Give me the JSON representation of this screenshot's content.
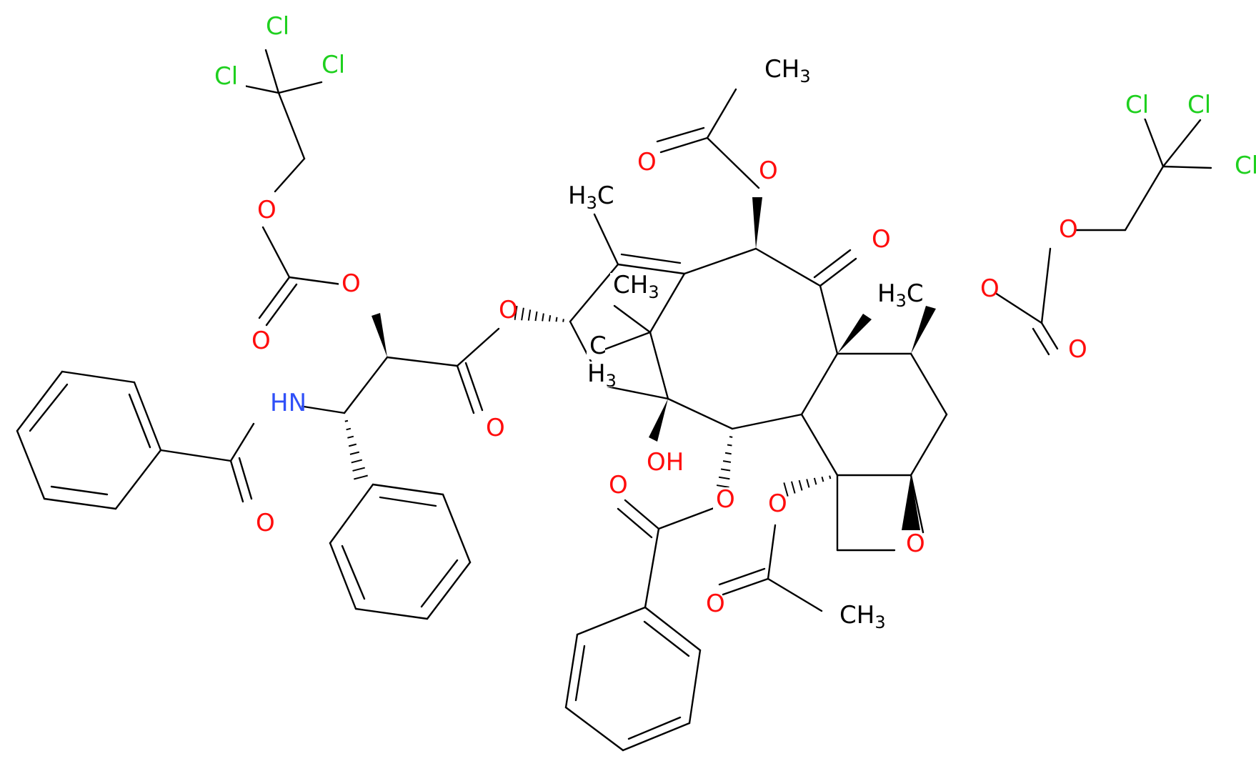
{
  "colors": {
    "bond": "#000000",
    "O": "#ff0d0d",
    "N": "#3050f8",
    "Cl": "#1fd01f",
    "C": "#000000"
  },
  "atoms": [
    {
      "id": "cl1",
      "el": "Cl",
      "label": "Cl"
    },
    {
      "id": "cl2",
      "el": "Cl",
      "label": "Cl"
    },
    {
      "id": "cl3",
      "el": "Cl",
      "label": "Cl"
    },
    {
      "id": "o_lc1",
      "el": "O",
      "label": "O"
    },
    {
      "id": "o_lc2",
      "el": "O",
      "label": "O"
    },
    {
      "id": "o_lc3",
      "el": "O",
      "label": "O"
    },
    {
      "id": "nh",
      "el": "N",
      "label": "HN"
    },
    {
      "id": "o_amide",
      "el": "O",
      "label": "O"
    },
    {
      "id": "o_ester1",
      "el": "O",
      "label": "O"
    },
    {
      "id": "o_ester2",
      "el": "O",
      "label": "O"
    },
    {
      "id": "o_ac1a",
      "el": "O",
      "label": "O"
    },
    {
      "id": "o_ac1b",
      "el": "O",
      "label": "O"
    },
    {
      "id": "ch3_ac1",
      "el": "C",
      "label": "CH",
      "sub": "3"
    },
    {
      "id": "h3c_top",
      "el": "C",
      "label": "H",
      "sub": "3",
      "tail": "C"
    },
    {
      "id": "ch3_mid",
      "el": "C",
      "label": "CH",
      "sub": "3"
    },
    {
      "id": "c_mid",
      "el": "C",
      "label": "C"
    },
    {
      "id": "h3_mid",
      "el": "C",
      "label": "H",
      "sub": "3"
    },
    {
      "id": "o_ketone",
      "el": "O",
      "label": "O"
    },
    {
      "id": "h3c_right",
      "el": "C",
      "label": "H",
      "sub": "3",
      "tail": "C"
    },
    {
      "id": "o_rc1",
      "el": "O",
      "label": "O"
    },
    {
      "id": "o_rc2",
      "el": "O",
      "label": "O"
    },
    {
      "id": "o_rc3",
      "el": "O",
      "label": "O"
    },
    {
      "id": "cl4",
      "el": "Cl",
      "label": "Cl"
    },
    {
      "id": "cl5",
      "el": "Cl",
      "label": "Cl"
    },
    {
      "id": "cl6",
      "el": "Cl",
      "label": "Cl"
    },
    {
      "id": "oh",
      "el": "O",
      "label": "OH"
    },
    {
      "id": "o_bz1",
      "el": "O",
      "label": "O"
    },
    {
      "id": "o_bz2",
      "el": "O",
      "label": "O"
    },
    {
      "id": "o_ac2a",
      "el": "O",
      "label": "O"
    },
    {
      "id": "o_ac2b",
      "el": "O",
      "label": "O"
    },
    {
      "id": "ch3_ac2",
      "el": "C",
      "label": "CH",
      "sub": "3"
    },
    {
      "id": "o_oxetane",
      "el": "O",
      "label": "O"
    }
  ]
}
